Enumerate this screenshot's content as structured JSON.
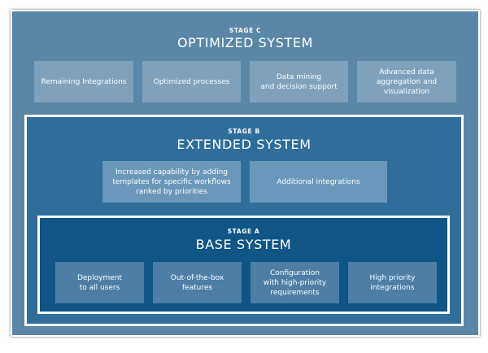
{
  "stage_c": {
    "label": "STAGE C",
    "title": "OPTIMIZED SYSTEM",
    "items": [
      "Remaining Integrations",
      "Optimized processes",
      "Data mining\nand decision support",
      "Advanced data\naggregation and\nvisualization"
    ]
  },
  "stage_b": {
    "label": "STAGE B",
    "title": "EXTENDED SYSTEM",
    "items": [
      "Increased capability by adding\ntemplates for specific workflows\nranked by priorities",
      "Additional integrations"
    ]
  },
  "stage_a": {
    "label": "STAGE A",
    "title": "BASE SYSTEM",
    "items": [
      "Deployment\nto all users",
      "Out-of-the-box\nfeatures",
      "Configuration\nwith high-priority\nrequirements",
      "High priority\nintegrations"
    ]
  }
}
